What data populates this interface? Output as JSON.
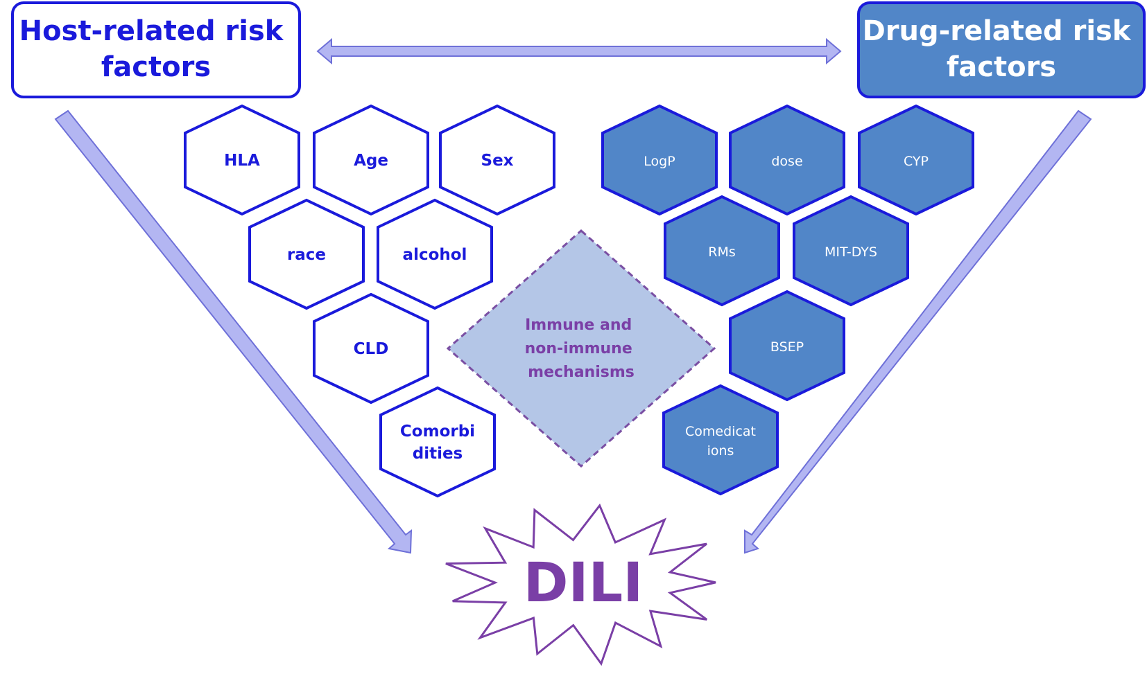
{
  "colors": {
    "host_stroke": "#1a1adb",
    "host_text": "#1a1adb",
    "drug_fill": "#5186c8",
    "drug_stroke": "#1a1adb",
    "drug_text": "#ffffff",
    "arrow_fill": "#b3b6f2",
    "arrow_stroke": "#6e70d8",
    "center_fill": "#b4c6e7",
    "center_stroke": "#7a4fa3",
    "center_text": "#7a3fa6",
    "outcome_stroke": "#7a3fa6",
    "outcome_text": "#7a3fa6"
  },
  "host": {
    "title_lines": [
      "Host-related risk",
      "factors"
    ],
    "factors": [
      {
        "lines": [
          "HLA"
        ]
      },
      {
        "lines": [
          "Age"
        ]
      },
      {
        "lines": [
          "Sex"
        ]
      },
      {
        "lines": [
          "race"
        ]
      },
      {
        "lines": [
          "alcohol"
        ]
      },
      {
        "lines": [
          "CLD"
        ]
      },
      {
        "lines": [
          "Comorbi",
          "dities"
        ]
      }
    ]
  },
  "drug": {
    "title_lines": [
      "Drug-related risk",
      "factors"
    ],
    "factors": [
      {
        "lines": [
          "LogP"
        ]
      },
      {
        "lines": [
          "dose"
        ]
      },
      {
        "lines": [
          "CYP"
        ]
      },
      {
        "lines": [
          "RMs"
        ]
      },
      {
        "lines": [
          "MIT-DYS"
        ]
      },
      {
        "lines": [
          "BSEP"
        ]
      },
      {
        "lines": [
          "Comedicat",
          "ions"
        ]
      }
    ]
  },
  "center": {
    "lines": [
      "Immune and",
      "non-immune",
      "mechanisms"
    ]
  },
  "outcome": {
    "label": "DILI"
  }
}
